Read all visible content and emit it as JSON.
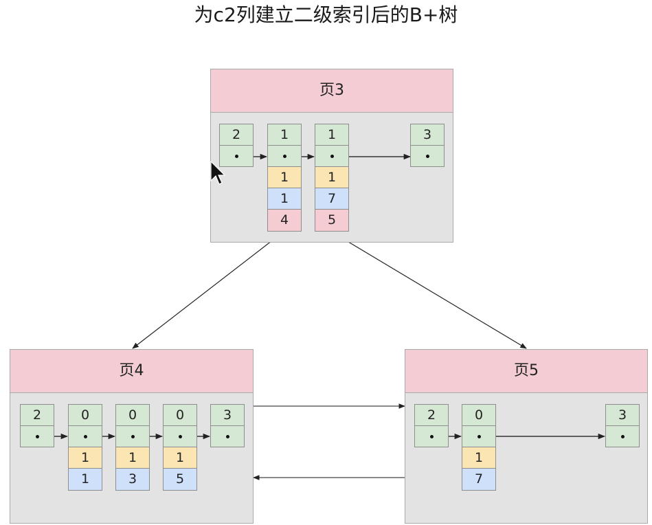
{
  "title": "为c2列建立二级索引后的B+树",
  "pages": {
    "page3": {
      "label": "页3",
      "records": [
        {
          "key": "2"
        },
        {
          "key": "1",
          "c2": "1",
          "c1": "1",
          "page": "4"
        },
        {
          "key": "1",
          "c2": "1",
          "c1": "7",
          "page": "5"
        },
        {
          "key": "3"
        }
      ]
    },
    "page4": {
      "label": "页4",
      "records": [
        {
          "key": "2"
        },
        {
          "key": "0",
          "c2": "1",
          "c1": "1"
        },
        {
          "key": "0",
          "c2": "1",
          "c1": "3"
        },
        {
          "key": "0",
          "c2": "1",
          "c1": "5"
        },
        {
          "key": "3"
        }
      ]
    },
    "page5": {
      "label": "页5",
      "records": [
        {
          "key": "2"
        },
        {
          "key": "0",
          "c2": "1",
          "c1": "7"
        },
        {
          "key": "3"
        }
      ]
    }
  },
  "colors": {
    "header": "#f3cdd3",
    "page_body": "#e3e3e3",
    "record_header": "#d5e8d4",
    "c2_column": "#fbe6b3",
    "c1_column": "#cfe1fa",
    "page_number": "#f6ccd3"
  }
}
